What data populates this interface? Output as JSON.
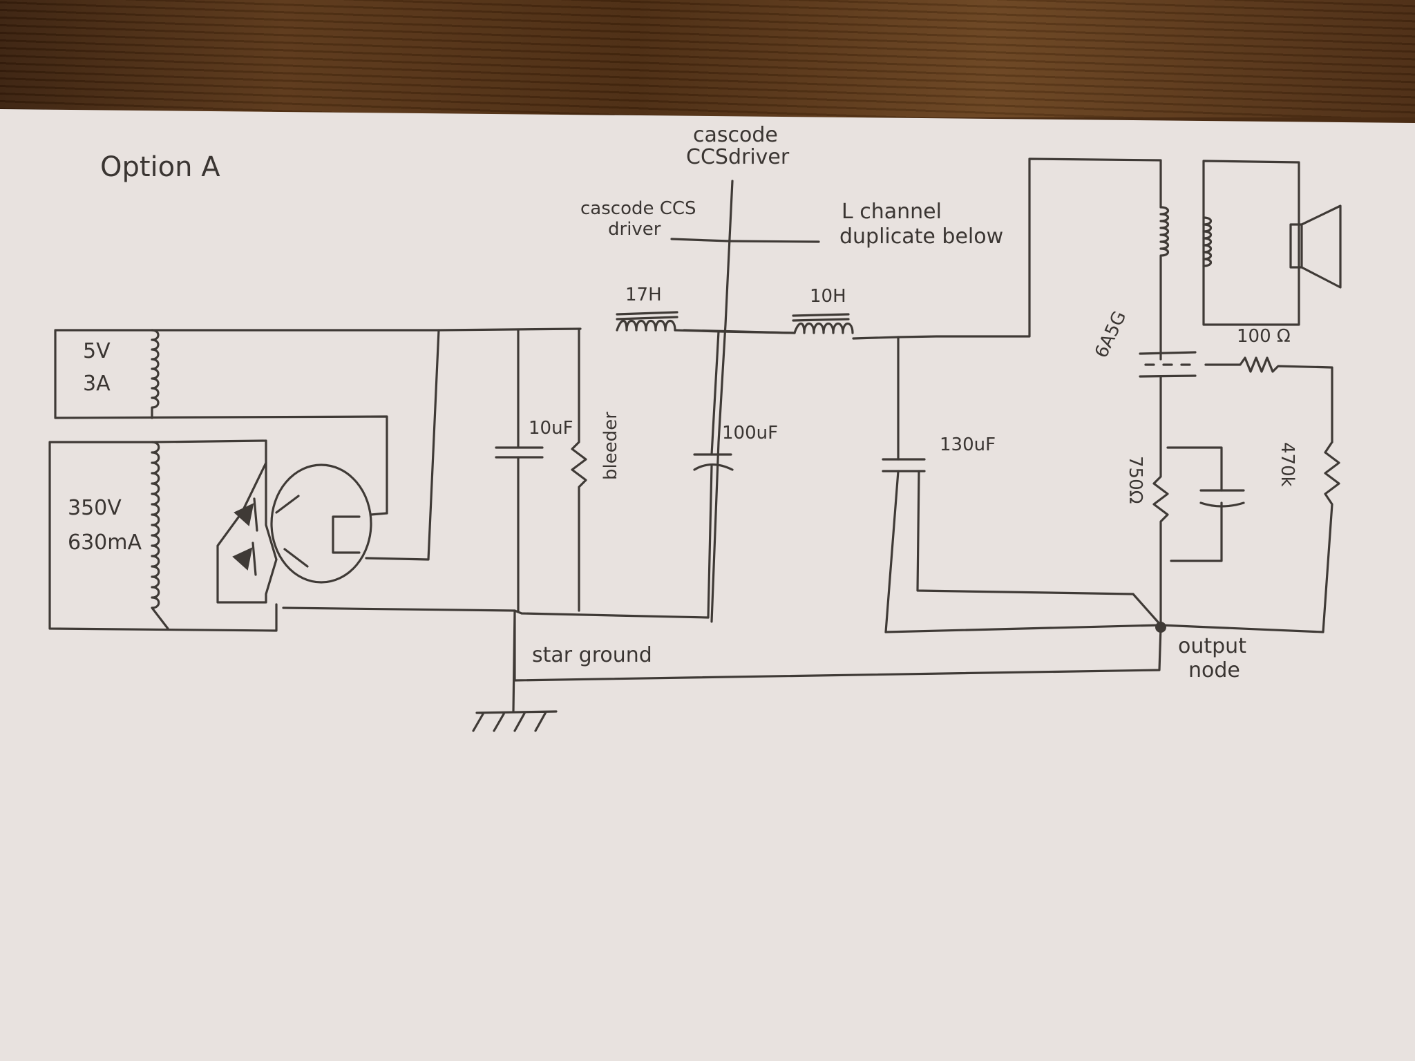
{
  "title": "Option A",
  "labels": {
    "cascode_top": [
      "cascode",
      "CCSdriver"
    ],
    "cascode_left": [
      "cascode CCS",
      "driver"
    ],
    "l_channel": [
      "L channel",
      "duplicate below"
    ],
    "transformer_5v": [
      "5V",
      "3A"
    ],
    "transformer_350v": [
      "350V",
      "630mA"
    ],
    "choke_17h": "17H",
    "choke_10h": "10H",
    "cap_10uf": "10uF",
    "bleeder": "bleeder",
    "cap_100uf": "100uF",
    "cap_130uf": "130uF",
    "tube": "6A5G",
    "r_100": "100 Ω",
    "r_750": "750Ω",
    "r_470k": "470k",
    "star_ground": "star ground",
    "output_node": [
      "output",
      "node"
    ]
  }
}
